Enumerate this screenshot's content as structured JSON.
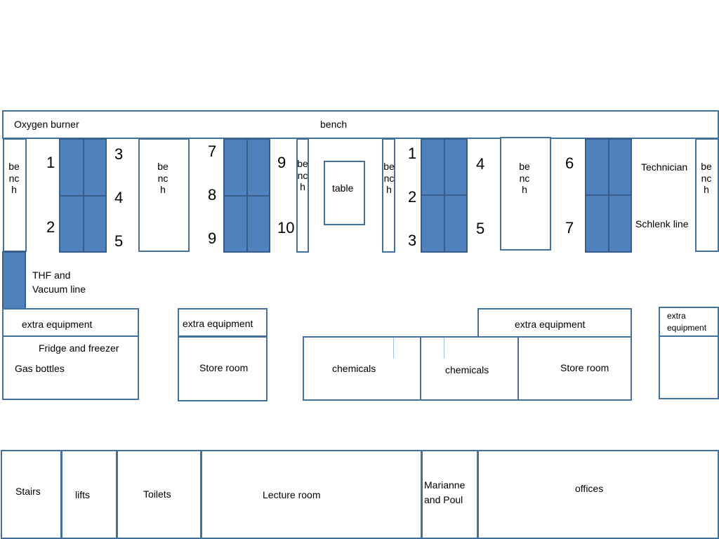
{
  "labels": {
    "oxygen_burner": "Oxygen burner",
    "bench_top": "bench",
    "bench_vertical": "bench",
    "table": "table",
    "technician": "Technician",
    "schlenk_line": "Schlenk line",
    "thf_vacuum_line": "THF and Vacuum line",
    "extra_equipment": "extra equipment",
    "fridge_freezer": "Fridge and freezer",
    "gas_bottles": "Gas bottles",
    "store_room": "Store room",
    "chemicals": "chemicals",
    "stairs": "Stairs",
    "lifts": "lifts",
    "toilets": "Toilets",
    "lecture_room": "Lecture room",
    "marianne_poul": "Marianne and Poul",
    "offices": "offices"
  },
  "hood_numbers": {
    "h1_left": [
      "1",
      "2"
    ],
    "h1_right": [
      "3",
      "4",
      "5"
    ],
    "h2_left": [
      "7",
      "8",
      "9"
    ],
    "h2_right": [
      "9",
      "10"
    ],
    "h3_left": [
      "1",
      "2",
      "3"
    ],
    "h3_right": [
      "4",
      "5"
    ],
    "h4_left": [
      "6",
      "7"
    ]
  },
  "colors": {
    "hood_fill": "#4f81bd",
    "hood_border": "#385d8a",
    "outline": "#41719c"
  }
}
